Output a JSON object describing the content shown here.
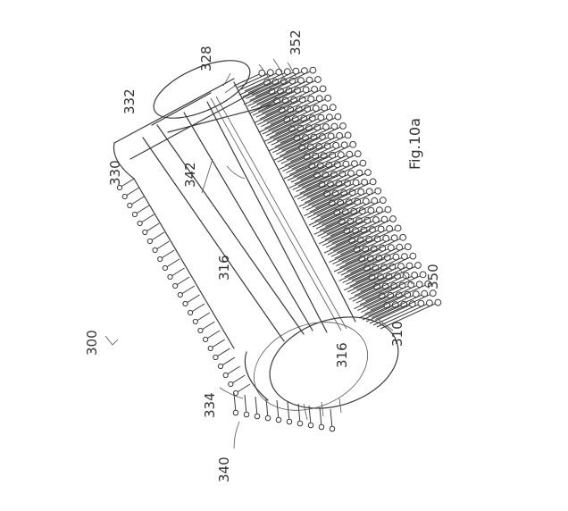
{
  "labels": {
    "ref_300": "300",
    "ref_310": "310",
    "ref_316_face": "316",
    "ref_316_body": "316",
    "ref_328": "328",
    "ref_330": "330",
    "ref_332": "332",
    "ref_334": "334",
    "ref_340": "340",
    "ref_342": "342",
    "ref_350": "350",
    "ref_352": "352"
  },
  "figure_caption": "Fig.10a",
  "colors": {
    "line": "#3a3a3a",
    "background": "#ffffff"
  }
}
